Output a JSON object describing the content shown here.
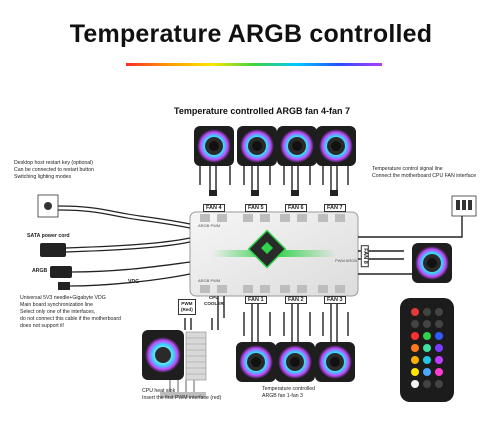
{
  "title": "Temperature ARGB controlled",
  "colors": {
    "title": "#111111",
    "hub_accent": "#2fd24a",
    "fan_frame": "#1e1e1e"
  },
  "top_group_label": "Temperature controlled ARGB fan 4-fan 7",
  "bottom_group_label": [
    "Temperature controlled",
    "ARGB fan 1-fan 3"
  ],
  "desktop_restart": [
    "Desktop host restart key (optional)",
    "Can be connected to restart button",
    "Switching lighting modes"
  ],
  "temp_signal": [
    "Temperature control signal line",
    "Connect the motherboard CPU FAN interface"
  ],
  "sata_label": "SATA power cord",
  "argb_label": "ARGB",
  "vdg_label": "VDG",
  "sync_note": [
    "Universal 5V3 needle+Gigabyte VDG",
    "Main board synchronization line",
    "Select only one of the interfaces,",
    "do not connect this cable if the motherboard",
    "does not support it!"
  ],
  "heatsink_note": [
    "CPU heat sink",
    "Insert the first PWM interface (red)"
  ],
  "fan_ports_top": [
    "FAN 4",
    "FAN 5",
    "FAN 6",
    "FAN 7"
  ],
  "fan_ports_bottom": [
    "FAN 1",
    "FAN 2",
    "FAN 3"
  ],
  "fan8_label": "FAN 8",
  "pwm_red_label": [
    "PWM",
    "(Red)"
  ],
  "cpu_cooler_label": [
    "CPU",
    "COOLER"
  ],
  "hub_port_labels": {
    "top": "ARGB PWM",
    "bottom": "ARGB PWM",
    "right": "PWM ARGB"
  },
  "remote_icons": [
    "power-icon",
    "brightness-up-icon",
    "brightness-down-icon",
    "mode-icon",
    "speed-icon",
    "color-icon"
  ]
}
